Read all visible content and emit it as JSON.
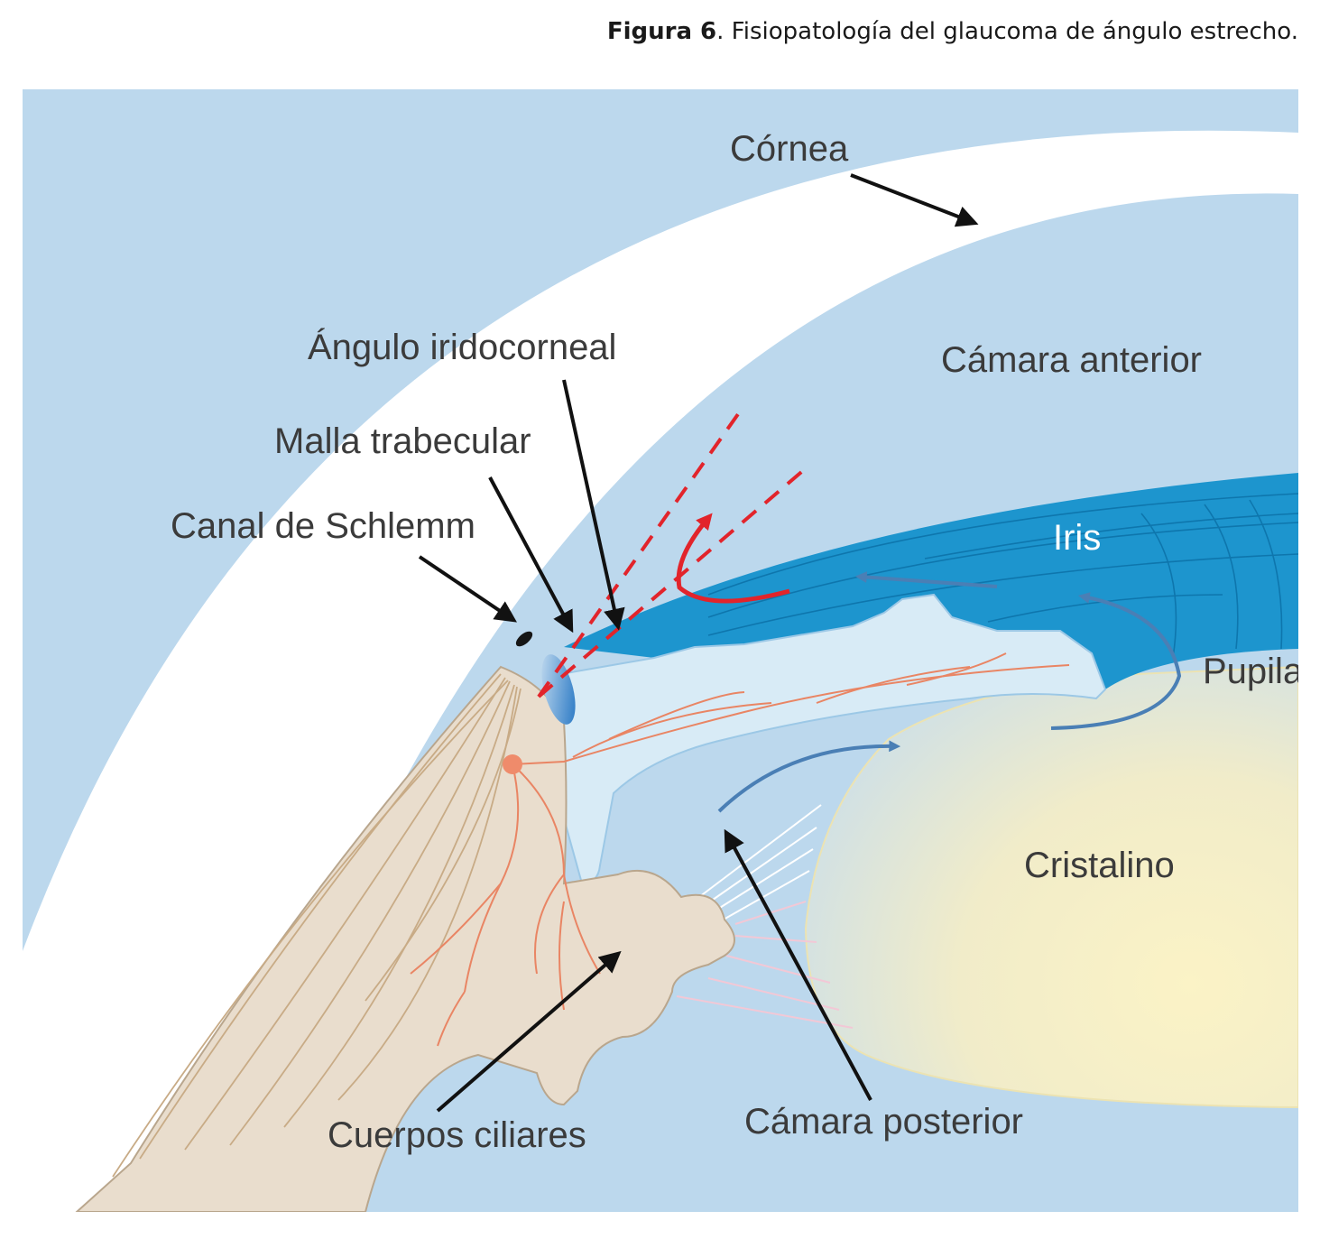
{
  "caption": {
    "figure_number": "Figura 6",
    "separator": ".",
    "text": " Fisiopatología del glaucoma de ángulo estrecho."
  },
  "labels": {
    "cornea": "Córnea",
    "angulo": "Ángulo iridocorneal",
    "malla": "Malla trabecular",
    "canal": "Canal de Schlemm",
    "camara_anterior": "Cámara anterior",
    "iris": "Iris",
    "pupila": "Pupila",
    "cristalino": "Cristalino",
    "cuerpos": "Cuerpos ciliares",
    "camara_posterior": "Cámara posterior"
  },
  "colors": {
    "background": "#bcd8ed",
    "cornea": "#ffffff",
    "iris": "#1d95ce",
    "lens": "#f7eec2",
    "ciliary_body": "#e9ddcd",
    "vessels": "#e98564",
    "flow_arrow": "#4a7fb5",
    "red_arrow": "#e2242b",
    "leader": "#111111"
  }
}
